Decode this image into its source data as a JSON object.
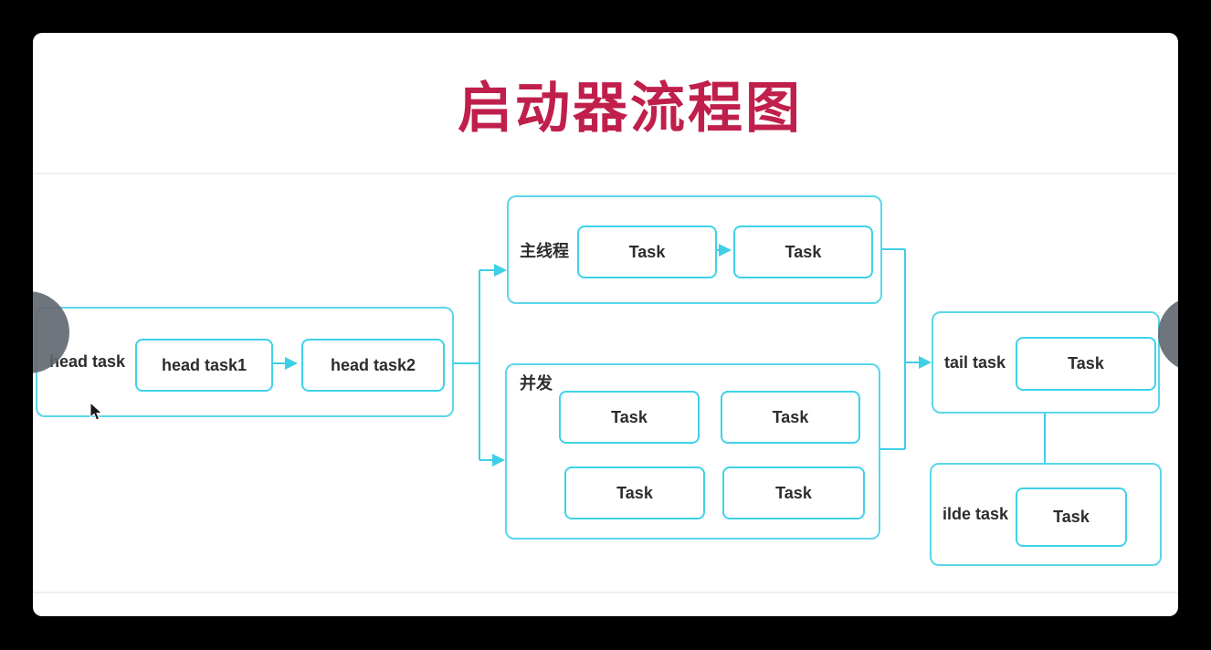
{
  "title": "启动器流程图",
  "colors": {
    "title_red": "#c01f4c",
    "accent_cyan": "#3ed2e9",
    "container_cyan": "#5ad7ea",
    "text_dark": "#2d2d2d",
    "divider_gray": "#efefef",
    "letterbox_black": "#000000",
    "nav_circle_gray": "#5f666e"
  },
  "diagram": {
    "groups": {
      "head": {
        "label": "head task",
        "tasks": [
          "head task1",
          "head task2"
        ]
      },
      "main_thread": {
        "label": "主线程",
        "tasks": [
          "Task",
          "Task"
        ]
      },
      "concurrent": {
        "label": "并发",
        "tasks": [
          "Task",
          "Task",
          "Task",
          "Task"
        ]
      },
      "tail": {
        "label": "tail task",
        "tasks": [
          "Task"
        ]
      },
      "idle": {
        "label": "ilde task",
        "tasks": [
          "Task"
        ]
      }
    }
  }
}
